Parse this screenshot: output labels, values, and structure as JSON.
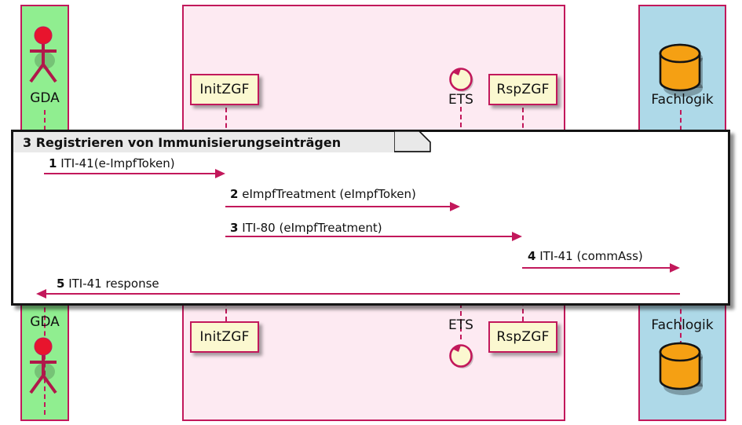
{
  "diagram": {
    "type": "uml-sequence-diagram",
    "fragment": {
      "label": "3 Registrieren von Immunisierungseinträgen"
    },
    "colors": {
      "accent": "#c2185b",
      "actor_panel": "#90ee90",
      "system_panel": "#fdeaf2",
      "backend_panel": "#aed9e8",
      "box_fill": "#fbf8d0",
      "db_fill": "#f5a013",
      "actor_head": "#e8142d",
      "fragment_header": "#e9e9e9"
    },
    "participants": [
      {
        "id": "gda",
        "label": "GDA",
        "icon": "actor-stick-figure",
        "panel": "green"
      },
      {
        "id": "initzgf",
        "label": "InitZGF",
        "icon": "object-box",
        "panel": "pink"
      },
      {
        "id": "ets",
        "label": "ETS",
        "icon": "control-circle",
        "panel": "pink"
      },
      {
        "id": "rspzgf",
        "label": "RspZGF",
        "icon": "object-box",
        "panel": "pink"
      },
      {
        "id": "fachlogik",
        "label": "Fachlogik",
        "icon": "database-cylinder",
        "panel": "blue"
      }
    ],
    "messages": [
      {
        "num": "1",
        "text": "ITI-41(e-ImpfToken)",
        "from": "gda",
        "to": "initzgf",
        "direction": "right"
      },
      {
        "num": "2",
        "text": "eImpfTreatment (eImpfToken)",
        "from": "initzgf",
        "to": "ets",
        "direction": "right"
      },
      {
        "num": "3",
        "text": "ITI-80 (eImpfTreatment)",
        "from": "initzgf",
        "to": "rspzgf",
        "direction": "right"
      },
      {
        "num": "4",
        "text": "ITI-41 (commAss)",
        "from": "rspzgf",
        "to": "fachlogik",
        "direction": "right"
      },
      {
        "num": "5",
        "text": "ITI-41 response",
        "from": "fachlogik",
        "to": "gda",
        "direction": "left"
      }
    ]
  }
}
